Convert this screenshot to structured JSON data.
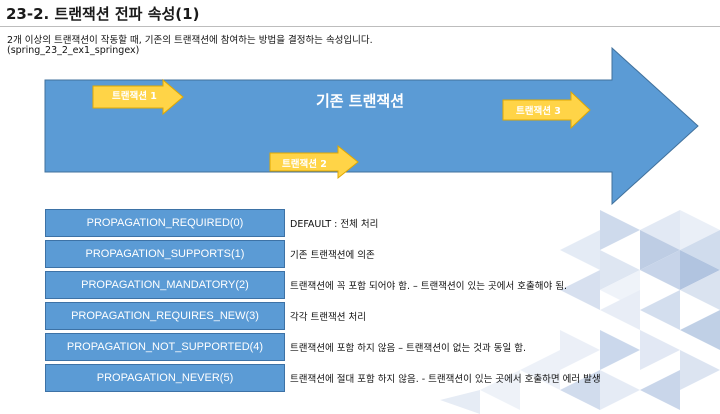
{
  "title": "23-2. 트랜잭션 전파 속성(1)",
  "description": "2개 이상의 트랜잭션이 작동할 때, 기존의 트랜잭션에 참여하는 방법을 결정하는 속성입니다.",
  "source_ref": "(spring_23_2_ex1_springex)",
  "diagram": {
    "main_arrow_label": "기존 트랜잭션",
    "inner_arrows": [
      "트랜잭션 1",
      "트랜잭션 2",
      "트랜잭션 3"
    ],
    "colors": {
      "main_arrow": "#5b9bd5",
      "inner_arrow": "#ffd447",
      "inner_arrow_border": "#e0a800"
    }
  },
  "propagation": [
    {
      "name": "PROPAGATION_REQUIRED(0)",
      "desc": "DEFAULT : 전체 처리"
    },
    {
      "name": "PROPAGATION_SUPPORTS(1)",
      "desc": "기존 트랜잭션에 의존"
    },
    {
      "name": "PROPAGATION_MANDATORY(2)",
      "desc": "트랜잭션에 꼭 포함 되어야 함. – 트랜잭션이 있는 곳에서 호출해야  됨."
    },
    {
      "name": "PROPAGATION_REQUIRES_NEW(3)",
      "desc": "각각 트랜잭션 처리"
    },
    {
      "name": "PROPAGATION_NOT_SUPPORTED(4)",
      "desc": "트랜잭션에 포함 하지 않음 – 트랜잭션이 없는 것과 동일 함."
    },
    {
      "name": "PROPAGATION_NEVER(5)",
      "desc": "트랜잭션에 절대 포함 하지 않음. - 트랜잭션이 있는 곳에서 호출하면 에러 발생"
    }
  ]
}
